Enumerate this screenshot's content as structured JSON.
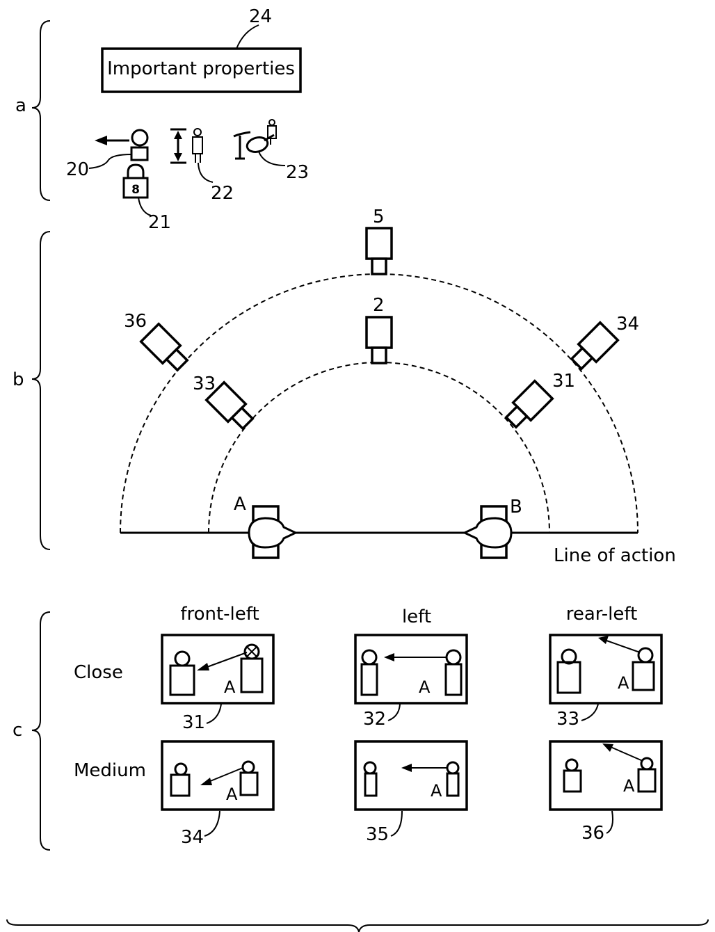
{
  "section_labels": {
    "a": "a",
    "b": "b",
    "c": "c"
  },
  "part_a": {
    "box_label": "Important properties",
    "ref_box": "24",
    "ref_person_arrow": "20",
    "ref_lock": "21",
    "ref_height": "22",
    "ref_camera_person": "23"
  },
  "part_b": {
    "camera_refs": [
      "5",
      "2",
      "36",
      "34",
      "33",
      "31"
    ],
    "actor_a": "A",
    "actor_b": "B",
    "line_label": "Line of action"
  },
  "part_c": {
    "columns": [
      "front-left",
      "left",
      "rear-left"
    ],
    "rows": [
      "Close",
      "Medium"
    ],
    "frame_refs": [
      "31",
      "32",
      "33",
      "34",
      "35",
      "36"
    ],
    "actor_label": "A"
  }
}
